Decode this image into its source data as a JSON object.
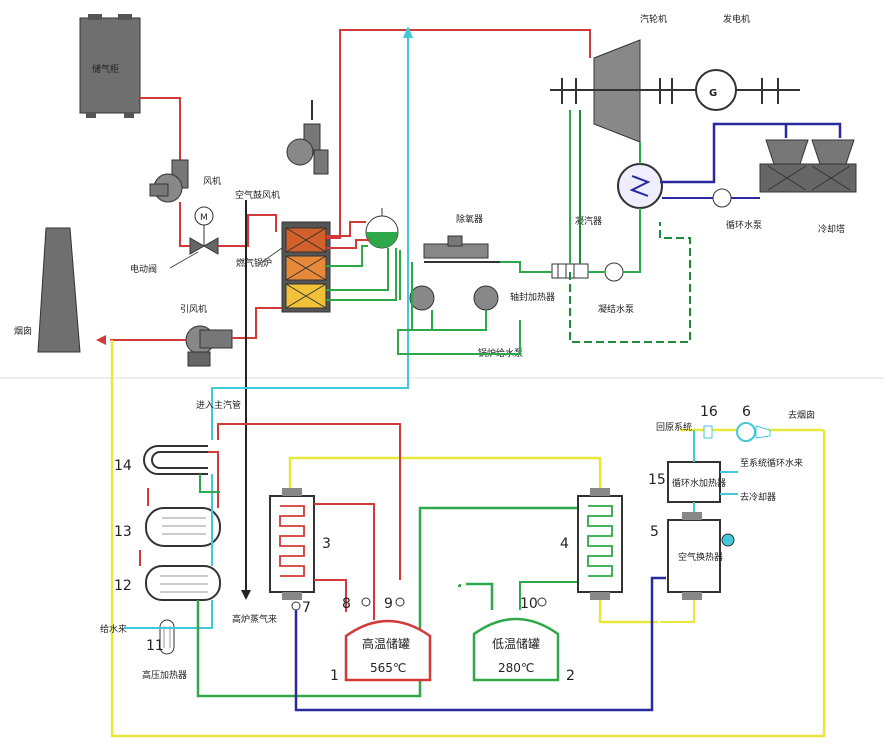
{
  "labels": {
    "storage_tank": "储气柜",
    "fan": "风机",
    "motor": "M",
    "electric_valve": "电动阀",
    "air_blower": "空气鼓风机",
    "gas_boiler": "燃气锅炉",
    "induced_fan": "引风机",
    "chimney": "烟囱",
    "turbine": "汽轮机",
    "generator": "发电机",
    "generator_g": "G",
    "condenser": "凝汽器",
    "circ_pump": "循环水泵",
    "cooling_tower": "冷却塔",
    "deaerator": "除氧器",
    "seal_heater": "轴封加热器",
    "cond_pump": "凝结水泵",
    "feed_pump": "锅炉给水泵",
    "main_steam": "进入主汽管",
    "hp_steam": "高炉蒸气来",
    "feed_water_in": "给水来",
    "hp_heater": "高压加热器",
    "hot_tank": "高温储罐",
    "hot_temp": "565℃",
    "cold_tank": "低温储罐",
    "cold_temp": "280℃",
    "return_system": "回原系统",
    "from_sys": "至系统循环水来",
    "to_cooling": "去冷却器",
    "to_chimney": "去烟囱",
    "heat_exchanger_15": "循环水加热器",
    "air_heat_exchanger": "空气换热器"
  },
  "numbers": {
    "n1": "1",
    "n2": "2",
    "n3": "3",
    "n4": "4",
    "n5": "5",
    "n6": "6",
    "n7": "7",
    "n8": "8",
    "n9": "9",
    "n10": "10",
    "n11": "11",
    "n12": "12",
    "n13": "13",
    "n14": "14",
    "n15": "15",
    "n16": "16"
  },
  "colors": {
    "red": "#d23a3a",
    "green": "#2fa84a",
    "yellow": "#e8e83a",
    "blue": "#2a2aa0",
    "cyan": "#42c8d8",
    "gray": "#6b6b6b",
    "orange": "#e07a3a",
    "dark_green": "#1f8a3a"
  }
}
